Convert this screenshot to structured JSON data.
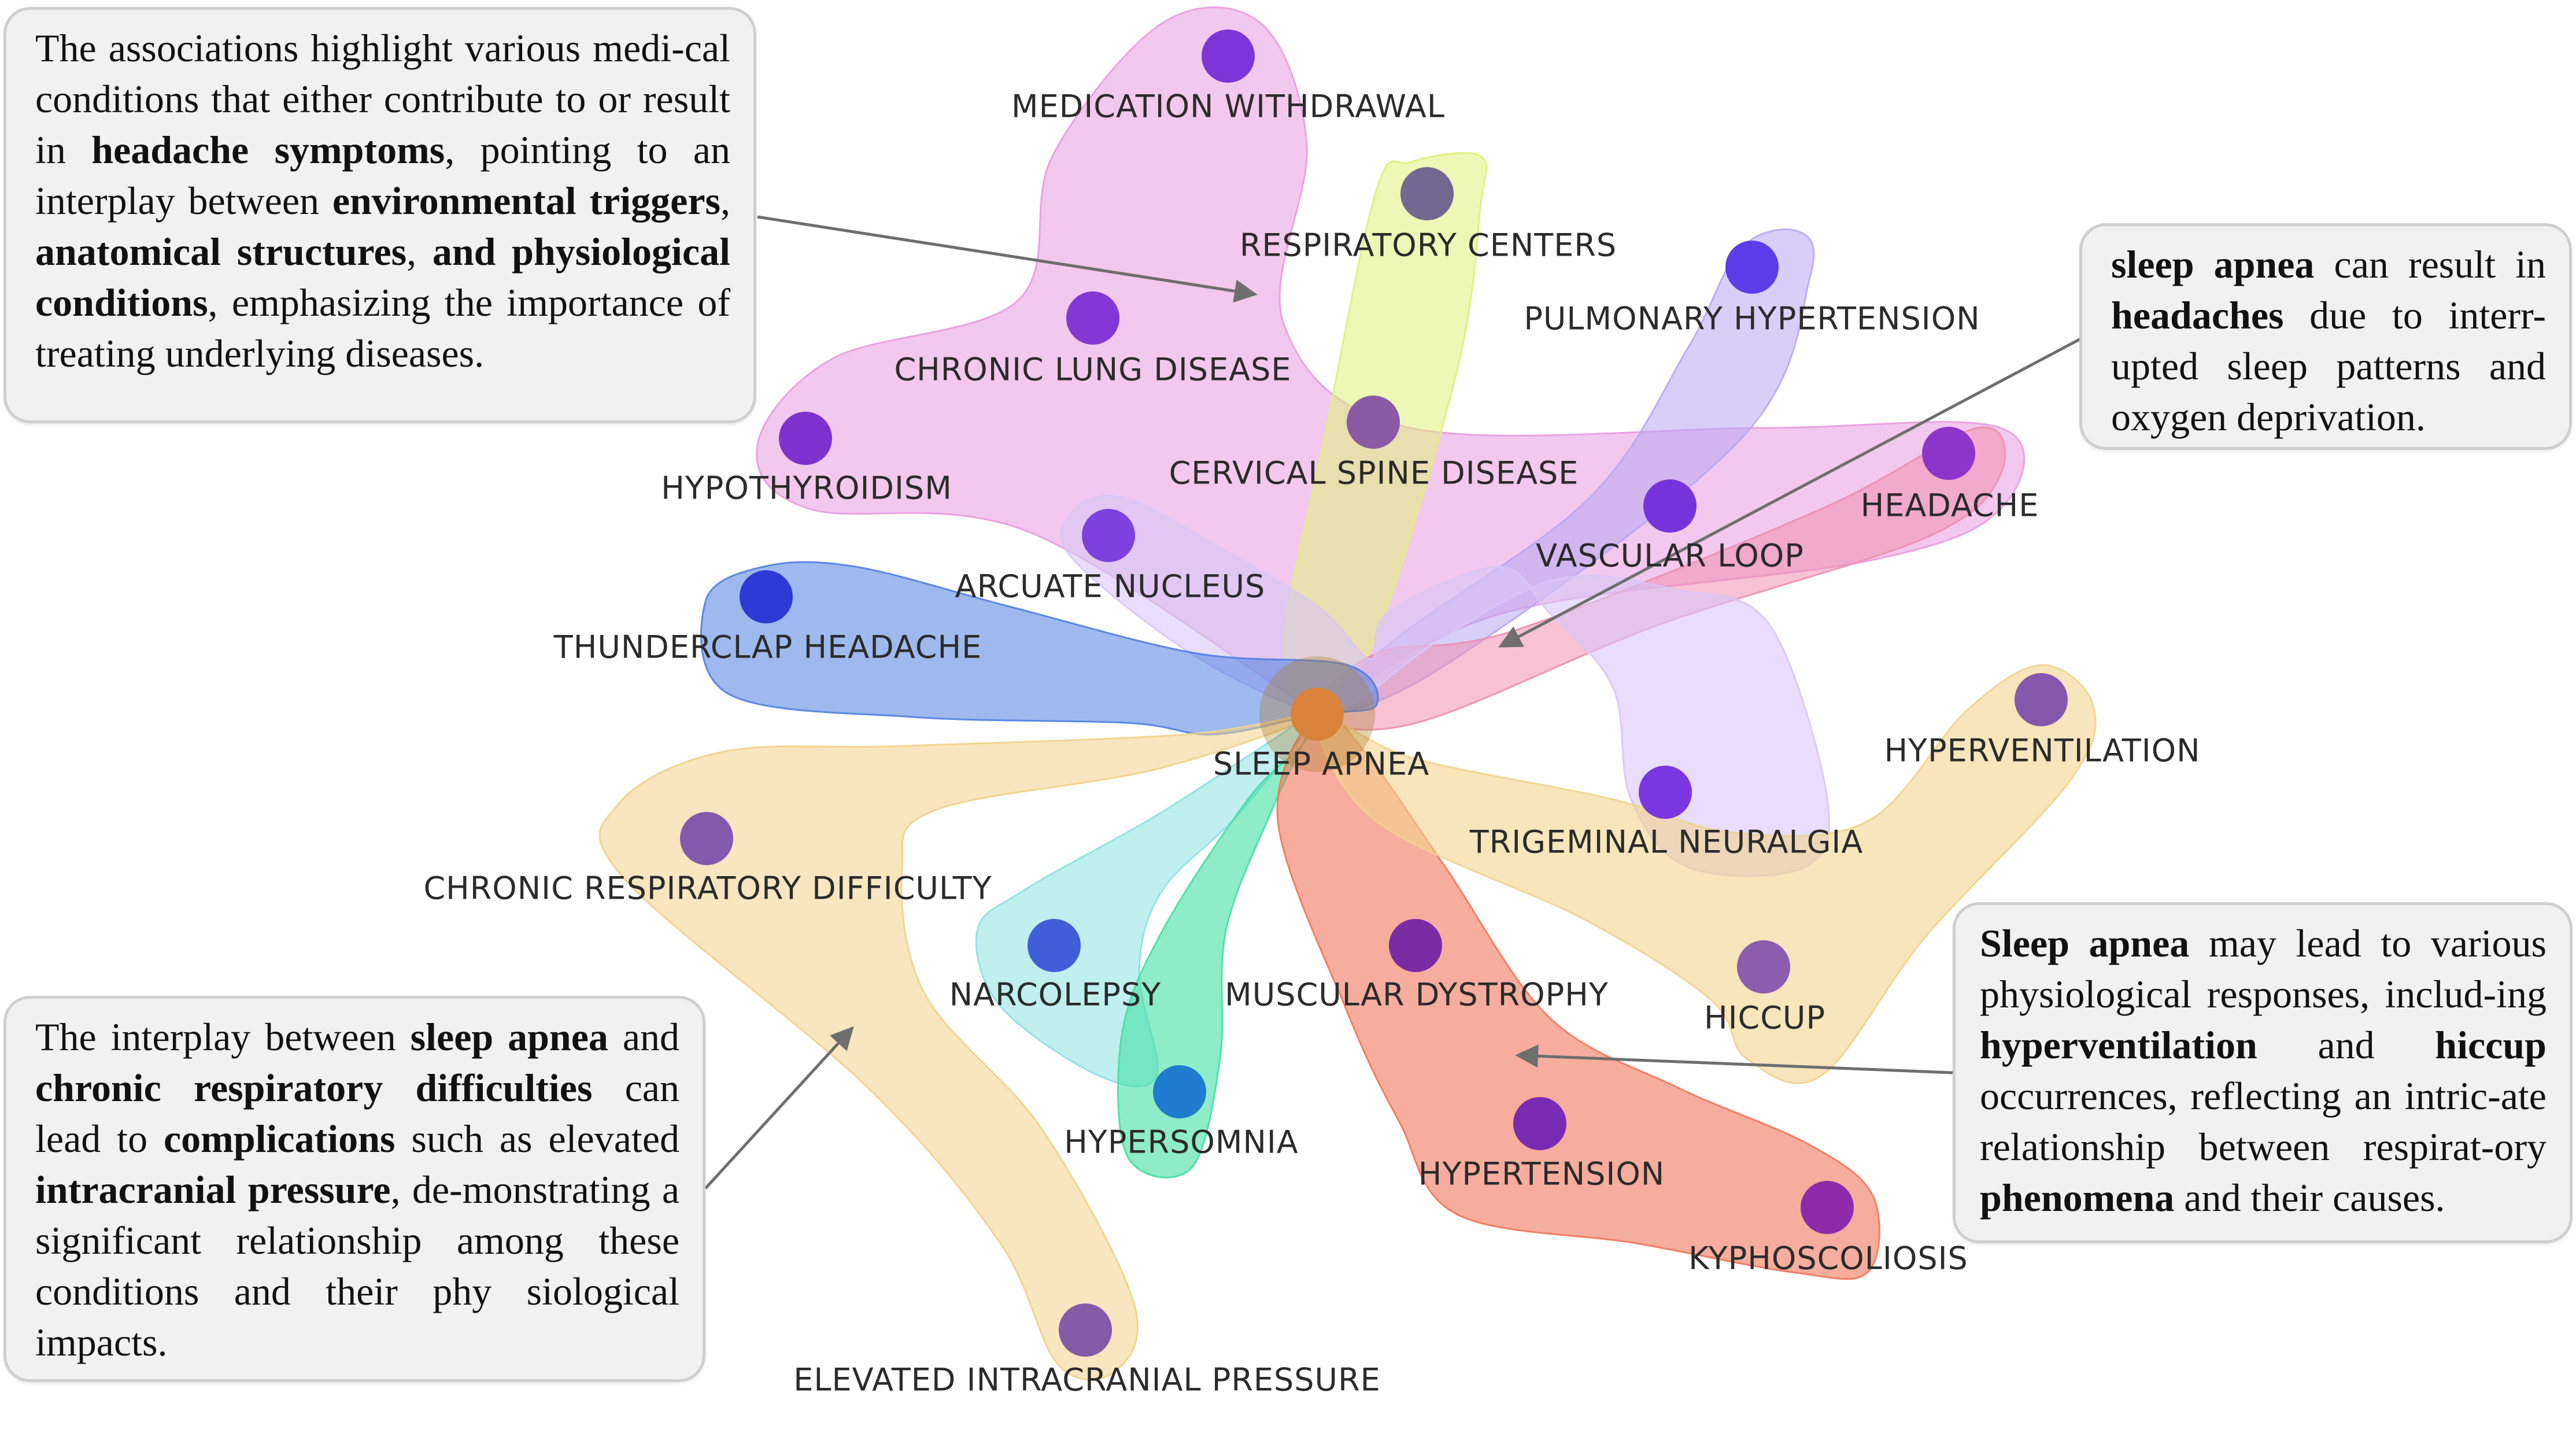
{
  "hub": {
    "label": "SLEEP APNEA",
    "color": "#d9823a"
  },
  "groups": [
    {
      "id": "pink",
      "color": "#e99be0",
      "opacity": 0.55
    },
    {
      "id": "yellowgreen",
      "color": "#dff07a",
      "opacity": 0.55
    },
    {
      "id": "lavender",
      "color": "#b8a8f3",
      "opacity": 0.55
    },
    {
      "id": "rose",
      "color": "#ee8fb0",
      "opacity": 0.55
    },
    {
      "id": "violet",
      "color": "#d8c6f7",
      "opacity": 0.6
    },
    {
      "id": "blue",
      "color": "#4f7fe0",
      "opacity": 0.55
    },
    {
      "id": "sand",
      "color": "#f1d28a",
      "opacity": 0.55
    },
    {
      "id": "teal",
      "color": "#8de1e3",
      "opacity": 0.55
    },
    {
      "id": "green",
      "color": "#43e0a3",
      "opacity": 0.6
    },
    {
      "id": "salmon",
      "color": "#f2765b",
      "opacity": 0.6
    },
    {
      "id": "tan",
      "color": "#f1d38d",
      "opacity": 0.6
    }
  ],
  "nodes": [
    {
      "id": "medication-withdrawal",
      "label": "MEDICATION WITHDRAWAL",
      "color": "#7d35d9"
    },
    {
      "id": "respiratory-centers",
      "label": "RESPIRATORY CENTERS",
      "color": "#726891"
    },
    {
      "id": "pulmonary-hypertension",
      "label": "PULMONARY HYPERTENSION",
      "color": "#5a3de8"
    },
    {
      "id": "chronic-lung-disease",
      "label": "CHRONIC LUNG DISEASE",
      "color": "#8337d4"
    },
    {
      "id": "cervical-spine-disease",
      "label": "CERVICAL SPINE DISEASE",
      "color": "#8a5aa5"
    },
    {
      "id": "hypothyroidism",
      "label": "HYPOTHYROIDISM",
      "color": "#7d32cf"
    },
    {
      "id": "headache",
      "label": "HEADACHE",
      "color": "#8e36cb"
    },
    {
      "id": "vascular-loop",
      "label": "VASCULAR LOOP",
      "color": "#7633dc"
    },
    {
      "id": "arcuate-nucleus",
      "label": "ARCUATE NUCLEUS",
      "color": "#7d41df"
    },
    {
      "id": "thunderclap-headache",
      "label": "THUNDERCLAP HEADACHE",
      "color": "#2e3ad5"
    },
    {
      "id": "hyperventilation",
      "label": "HYPERVENTILATION",
      "color": "#8458ac"
    },
    {
      "id": "trigeminal-neuralgia",
      "label": "TRIGEMINAL NEURALGIA",
      "color": "#7a37e0"
    },
    {
      "id": "chronic-respiratory-difficulty",
      "label": "CHRONIC RESPIRATORY DIFFICULTY",
      "color": "#8359ae"
    },
    {
      "id": "narcolepsy",
      "label": "NARCOLEPSY",
      "color": "#3e5fd8"
    },
    {
      "id": "muscular-dystrophy",
      "label": "MUSCULAR DYSTROPHY",
      "color": "#7a2da3"
    },
    {
      "id": "hiccup",
      "label": "HICCUP",
      "color": "#8a5daf"
    },
    {
      "id": "hypersomnia",
      "label": "HYPERSOMNIA",
      "color": "#1f7ccf"
    },
    {
      "id": "hypertension",
      "label": "HYPERTENSION",
      "color": "#7a2bb4"
    },
    {
      "id": "kyphoscoliosis",
      "label": "KYPHOSCOLIOSIS",
      "color": "#8e2aaa"
    },
    {
      "id": "elevated-intracranial-pressure",
      "label": "ELEVATED INTRACRANIAL PRESSURE",
      "color": "#845ba7"
    }
  ],
  "callouts": {
    "top_left": [
      {
        "t": "The associations highlight various medi-cal conditions that either contribute to or result in "
      },
      {
        "t": "headache symptoms",
        "b": true
      },
      {
        "t": ", pointing to an interplay between "
      },
      {
        "t": "environmental triggers",
        "b": true
      },
      {
        "t": ", "
      },
      {
        "t": "anatomical structures",
        "b": true
      },
      {
        "t": ", "
      },
      {
        "t": "and physiological conditions",
        "b": true
      },
      {
        "t": ", emphasizing the importance of treating underlying diseases."
      }
    ],
    "top_right": [
      {
        "t": "sleep apnea",
        "b": true
      },
      {
        "t": " can result in "
      },
      {
        "t": "headaches",
        "b": true
      },
      {
        "t": " due to interr-upted sleep patterns and oxygen deprivation."
      }
    ],
    "bottom_left": [
      {
        "t": "The interplay between "
      },
      {
        "t": "sleep apnea",
        "b": true
      },
      {
        "t": " and "
      },
      {
        "t": "chronic respiratory difficulties",
        "b": true
      },
      {
        "t": " can lead to "
      },
      {
        "t": "complications",
        "b": true
      },
      {
        "t": " such as elevated "
      },
      {
        "t": "intracranial pressure",
        "b": true
      },
      {
        "t": ", de-monstrating a significant relationship among these conditions and their phy siological impacts."
      }
    ],
    "bottom_right": [
      {
        "t": "Sleep apnea",
        "b": true
      },
      {
        "t": " may lead to various physiological responses, includ-ing "
      },
      {
        "t": "hyperventilation",
        "b": true
      },
      {
        "t": " and "
      },
      {
        "t": "hiccup",
        "b": true
      },
      {
        "t": " occurrences, reflecting an intric-ate relationship between respirat-ory "
      },
      {
        "t": "phenomena",
        "b": true
      },
      {
        "t": " and their causes."
      }
    ]
  },
  "arrow_color": "#6e6e6e"
}
